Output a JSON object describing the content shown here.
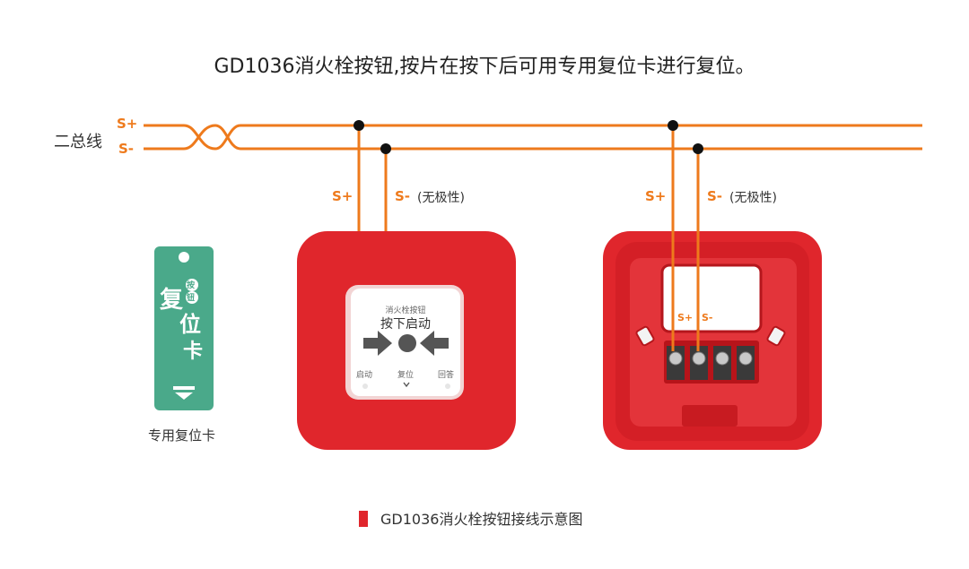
{
  "title": "GD1036消火栓按钮,按片在按下后可用专用复位卡进行复位。",
  "bus": {
    "label": "二总线",
    "s_plus": "S+",
    "s_minus": "S-"
  },
  "left_taps": {
    "s_plus": "S+",
    "s_minus": "S-",
    "note": "(无极性)"
  },
  "right_taps": {
    "s_plus": "S+",
    "s_minus": "S-",
    "note": "(无极性)"
  },
  "reset_card": {
    "caption": "专用复位卡",
    "big_char_1": "复",
    "big_char_2": "位",
    "big_char_3": "卡",
    "badge_1": "按",
    "badge_2": "钮"
  },
  "button_face": {
    "small_title": "消火栓按钮",
    "main_text": "按下启动",
    "label_start": "启动",
    "label_reset": "复位",
    "label_answer": "回答"
  },
  "terminal_labels": {
    "s_plus": "S+",
    "s_minus": "S-"
  },
  "figure_caption": "GD1036消火栓按钮接线示意图",
  "colors": {
    "wire": "#ee7a1c",
    "device_red": "#e0262c",
    "card_green": "#4aa98a",
    "text_dark": "#333333"
  }
}
